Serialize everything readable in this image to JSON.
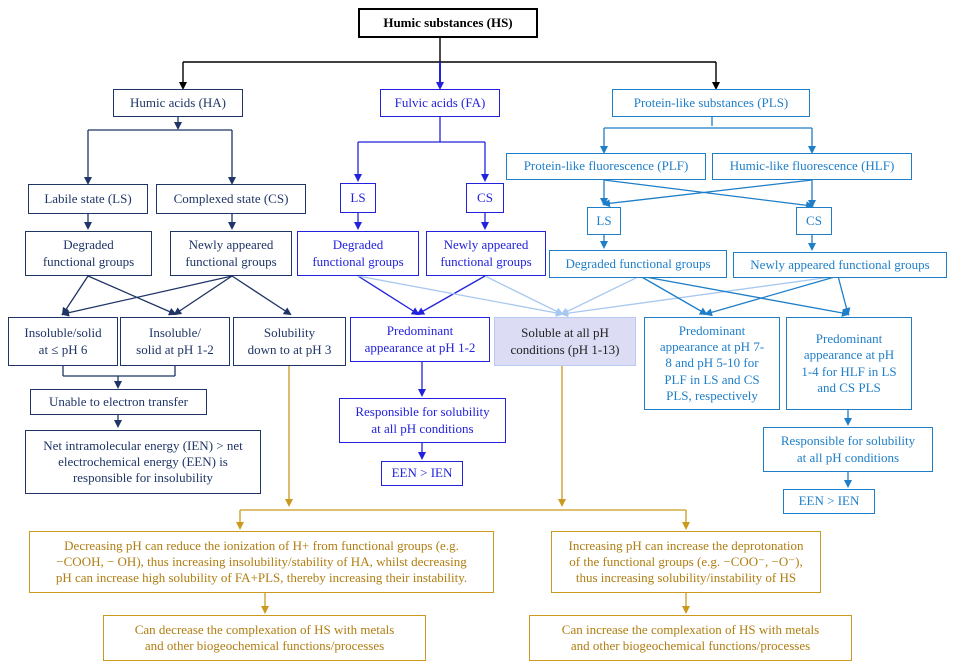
{
  "root": "Humic substances (HS)",
  "ha": {
    "title": "Humic acids (HA)",
    "ls": "Labile state (LS)",
    "cs": "Complexed state (CS)",
    "degraded": "Degraded\nfunctional groups",
    "newly": "Newly appeared\nfunctional groups",
    "insol_ph6": "Insoluble/solid\nat ≤ pH 6",
    "insol_ph12": "Insoluble/\nsolid at pH 1-2",
    "solub_ph3": "Solubility\ndown to at pH 3",
    "unable": "Unable to electron transfer",
    "net_energy": "Net intramolecular energy (IEN) > net\nelectrochemical energy (EEN) is\nresponsible for insolubility"
  },
  "fa": {
    "title": "Fulvic acids (FA)",
    "ls": "LS",
    "cs": "CS",
    "degraded": "Degraded\nfunctional groups",
    "newly": "Newly appeared\nfunctional groups",
    "predominant": "Predominant\nappearance  at pH 1-2",
    "responsible": "Responsible for solubility\nat all pH conditions",
    "ee": "EEN > IEN"
  },
  "soluble": "Soluble at all pH\nconditions (pH 1-13)",
  "pls": {
    "title": "Protein-like substances (PLS)",
    "plf": "Protein-like fluorescence (PLF)",
    "hlf": "Humic-like fluorescence (HLF)",
    "ls": "LS",
    "cs": "CS",
    "degraded": "Degraded  functional groups",
    "newly": "Newly appeared  functional groups",
    "pred_plf": "Predominant\nappearance at pH 7-\n8 and pH 5-10 for\nPLF in LS and CS\nPLS, respectively",
    "pred_hlf": "Predominant\nappearance at pH\n1-4 for HLF in LS\nand CS PLS",
    "responsible": "Responsible for solubility\nat all pH conditions",
    "ee": "EEN > IEN"
  },
  "bottom": {
    "decreasing": "Decreasing pH can reduce the ionization of H+ from functional groups (e.g.\n−COOH, − OH), thus increasing insolubility/stability of HA, whilst decreasing\npH can increase high solubility of FA+PLS, thereby increasing their instability.",
    "increasing": "Increasing pH can increase the deprotonation\nof the functional groups (e.g. −COO⁻, −O⁻),\nthus increasing solubility/instability of HS",
    "can_decrease": "Can decrease the complexation of HS with metals\nand other biogeochemical functions/processes",
    "can_increase": "Can increase the complexation of HS with metals\nand other biogeochemical functions/processes"
  },
  "colors": {
    "dark_navy": "#1f3566",
    "blue": "#2222dd",
    "cyan": "#1e7ec8",
    "gold": "#c99a1e",
    "light_blue": "#a9c8f0",
    "shade": "#dcdcf5"
  }
}
